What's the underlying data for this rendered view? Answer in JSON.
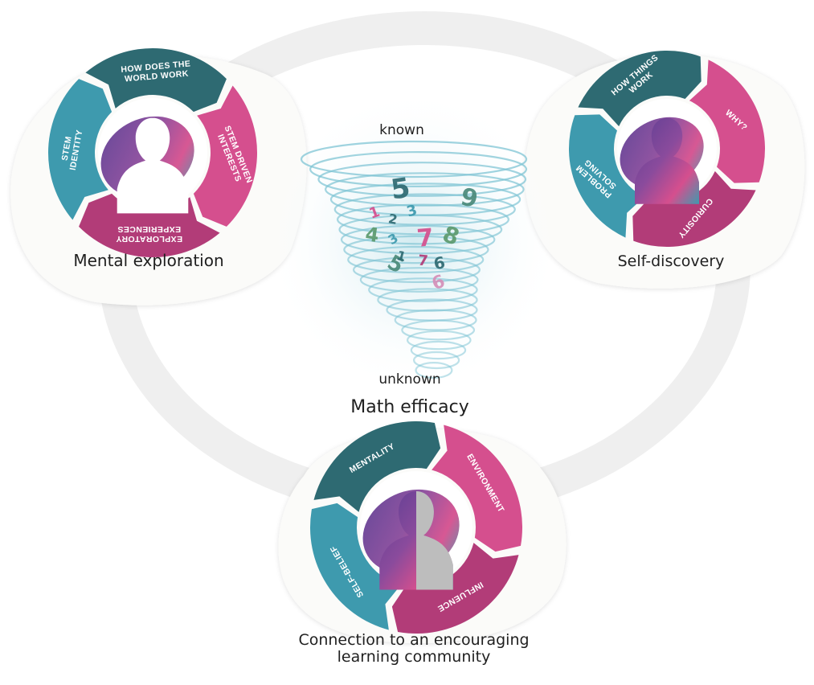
{
  "colors": {
    "dark_teal": "#2e6a72",
    "light_teal": "#3e9aae",
    "pink": "#d54f8e",
    "magenta": "#b23c78",
    "ring_gray": "#efefef",
    "tornado": "#7fc4d4"
  },
  "center": {
    "known": "known",
    "unknown": "unknown",
    "title": "Math efficacy",
    "digits": [
      "5",
      "9",
      "1",
      "2",
      "3",
      "4",
      "7",
      "8",
      "6",
      "5",
      "3",
      "1",
      "7",
      "6"
    ]
  },
  "wheels": {
    "left": {
      "caption": "Mental exploration",
      "segments": [
        "HOW DOES THE WORLD WORK",
        "STEM DRIVEN INTERESTS",
        "EXPLORATORY EXPERIENCES",
        "STEM IDENTITY"
      ]
    },
    "right": {
      "caption": "Self-discovery",
      "segments": [
        "HOW THINGS WORK",
        "WHY?",
        "CURIOSITY",
        "PROBLEM SOLVING"
      ]
    },
    "bottom": {
      "caption": "Connection to an encouraging learning community",
      "segments": [
        "MENTALITY",
        "ENVIRONMENT",
        "INFLUENCE",
        "SELF-BELIEF"
      ]
    }
  }
}
